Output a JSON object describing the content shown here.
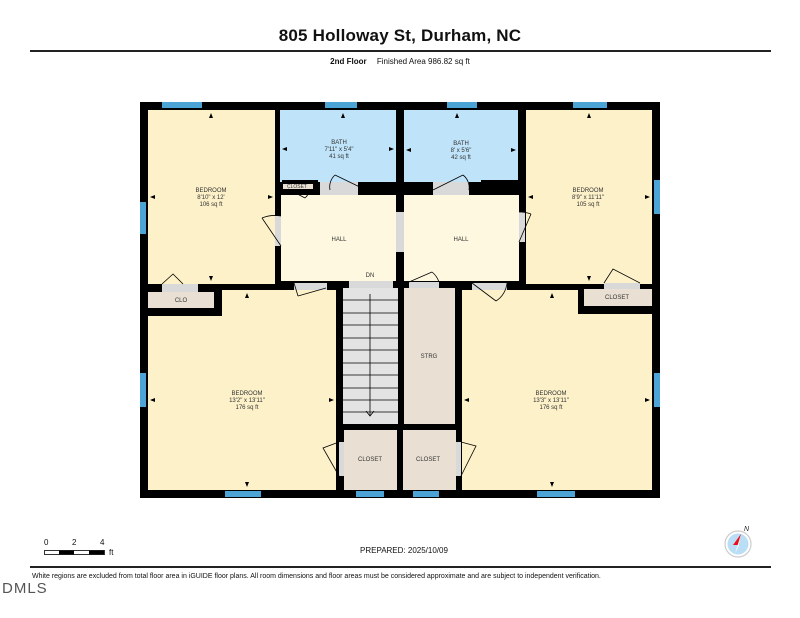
{
  "header": {
    "title": "805 Holloway St, Durham, NC",
    "floor": "2nd Floor",
    "finished_area": "Finished Area 986.82 sq ft"
  },
  "rooms": [
    {
      "id": "bedroom-nw",
      "name": "BEDROOM",
      "dims": "8'10\" x 12'",
      "area": "106 sq ft"
    },
    {
      "id": "bath-1",
      "name": "BATH",
      "dims": "7'11\" x 5'4\"",
      "area": "41 sq ft"
    },
    {
      "id": "bath-2",
      "name": "BATH",
      "dims": "8' x 5'6\"",
      "area": "42 sq ft"
    },
    {
      "id": "bedroom-ne",
      "name": "BEDROOM",
      "dims": "8'9\" x 11'11\"",
      "area": "105 sq ft"
    },
    {
      "id": "bedroom-sw",
      "name": "BEDROOM",
      "dims": "13'2\" x 13'11\"",
      "area": "176 sq ft"
    },
    {
      "id": "bedroom-se",
      "name": "BEDROOM",
      "dims": "13'3\" x 13'11\"",
      "area": "176 sq ft"
    }
  ],
  "labels": {
    "hall_left": "HALL",
    "hall_right": "HALL",
    "stairs_dn": "DN",
    "closet_small": "CLOSET",
    "clo": "CLO",
    "closet_ne": "CLOSET",
    "strg": "STRG",
    "closet_bottom_left": "CLOSET",
    "closet_bottom_right": "CLOSET"
  },
  "scale_bar": {
    "ticks": [
      "0",
      "2",
      "4"
    ],
    "unit": "ft"
  },
  "compass": {
    "label": "N"
  },
  "footer": {
    "prepared": "PREPARED: 2025/10/09",
    "disclaimer": "White regions are excluded from total floor area in iGUIDE floor plans. All room dimensions and floor areas must be considered approximate and are subject to independent verification.",
    "watermark": "DMLS"
  },
  "colors": {
    "bedroom": "#fdf1c9",
    "bath": "#bfe3f8",
    "hall": "#fef8e0",
    "closet": "#e9e0d3",
    "stairs": "#e3e3e3",
    "wall": "#000000",
    "window": "#4ba3d6",
    "door_opening": "#d9d9d9",
    "compass_red": "#e8101a",
    "compass_blue": "#b9def5"
  }
}
